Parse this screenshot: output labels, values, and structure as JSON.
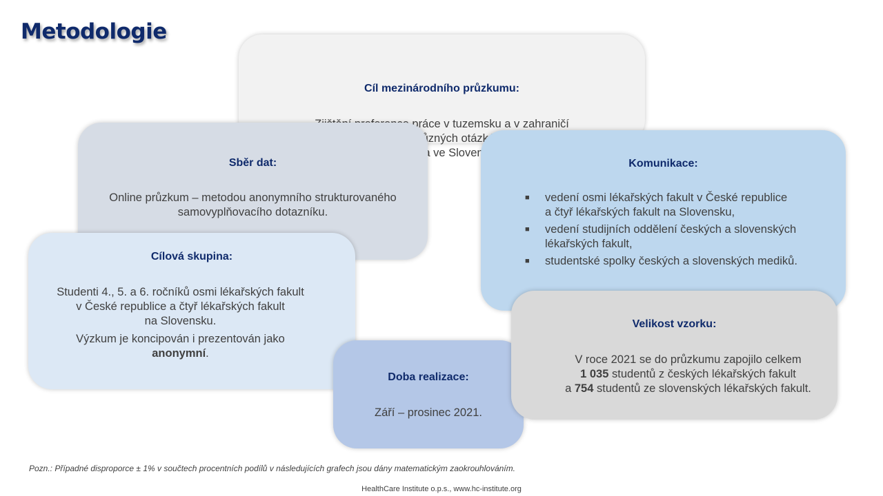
{
  "title": "Metodologie",
  "cil": {
    "heading": "Cíl mezinárodního průzkumu:",
    "lines": [
      "Zjištění preference práce v tuzemsku a v zahraničí",
      "a porovnání výsledků v různých otázkách priorit studentů",
      "v České republice a ve Slovenské republice."
    ]
  },
  "sber": {
    "heading": "Sběr dat:",
    "lines": [
      "Online průzkum – metodou anonymního strukturovaného",
      "samovyplňovacího dotazníku."
    ]
  },
  "cilova": {
    "heading": "Cílová skupina:",
    "lines": [
      "Studenti 4., 5. a 6. ročníků osmi lékařských fakult",
      "v České republice a čtyř lékařských fakult",
      "na Slovensku."
    ],
    "note_line1": "Výzkum je koncipován i prezentován jako",
    "note_bold": "anonymní",
    "note_end": "."
  },
  "komunikace": {
    "heading": "Komunikace:",
    "items": [
      [
        "vedení osmi lékařských fakult v České republice",
        "a čtyř lékařských fakult na Slovensku,"
      ],
      [
        "vedení studijních oddělení českých a slovenských",
        "lékařských fakult,"
      ],
      [
        "studentské spolky českých a slovenských mediků."
      ]
    ]
  },
  "doba": {
    "heading": "Doba realizace:",
    "text": "Září – prosinec 2021."
  },
  "velikost": {
    "heading": "Velikost vzorku:",
    "line1": "V roce 2021 se do průzkumu zapojilo celkem",
    "count1": "1 035",
    "line2_rest": " studentů z českých lékařských fakult",
    "line3_prefix": "a ",
    "count2": "754",
    "line3_rest": " studentů ze slovenských lékařských fakult."
  },
  "note": "Pozn.: Případné disproporce ± 1% v součtech procentních podílů v následujících grafech jsou dány matematickým zaokrouhlováním.",
  "footer": "HealthCare Institute o.p.s., www.hc-institute.org",
  "colors": {
    "title": "#0f2a6b",
    "cil_bg": "#f2f2f2",
    "sber_bg": "#d6dce5",
    "cilova_bg": "#dce8f5",
    "komunikace_bg": "#bdd7ee",
    "doba_bg": "#b4c7e7",
    "velikost_bg": "#d9d9d9"
  }
}
